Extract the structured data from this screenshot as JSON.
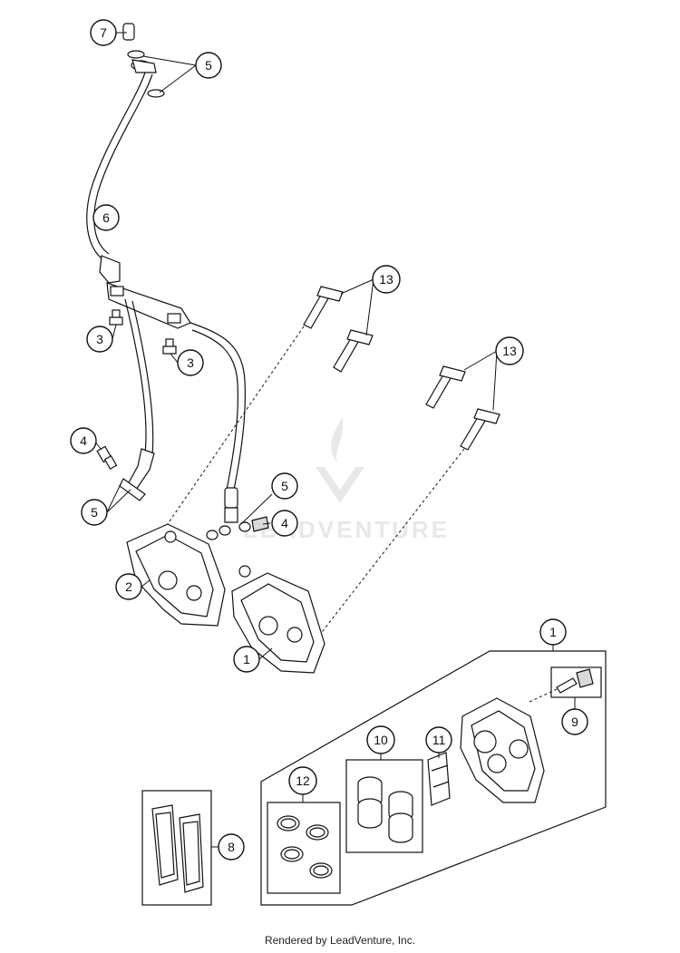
{
  "watermark": {
    "text": "LEADVENTURE",
    "color": "#e6e6e6"
  },
  "footer": {
    "text": "Rendered by LeadVenture, Inc."
  },
  "callouts": [
    {
      "id": "c7",
      "label": "7"
    },
    {
      "id": "c5a",
      "label": "5"
    },
    {
      "id": "c6",
      "label": "6"
    },
    {
      "id": "c13a",
      "label": "13"
    },
    {
      "id": "c3a",
      "label": "3"
    },
    {
      "id": "c3b",
      "label": "3"
    },
    {
      "id": "c13b",
      "label": "13"
    },
    {
      "id": "c4a",
      "label": "4"
    },
    {
      "id": "c5b",
      "label": "5"
    },
    {
      "id": "c5c",
      "label": "5"
    },
    {
      "id": "c4b",
      "label": "4"
    },
    {
      "id": "c2",
      "label": "2"
    },
    {
      "id": "c1a",
      "label": "1"
    },
    {
      "id": "c1b",
      "label": "1"
    },
    {
      "id": "c9",
      "label": "9"
    },
    {
      "id": "c10",
      "label": "10"
    },
    {
      "id": "c11",
      "label": "11"
    },
    {
      "id": "c12",
      "label": "12"
    },
    {
      "id": "c8",
      "label": "8"
    }
  ]
}
